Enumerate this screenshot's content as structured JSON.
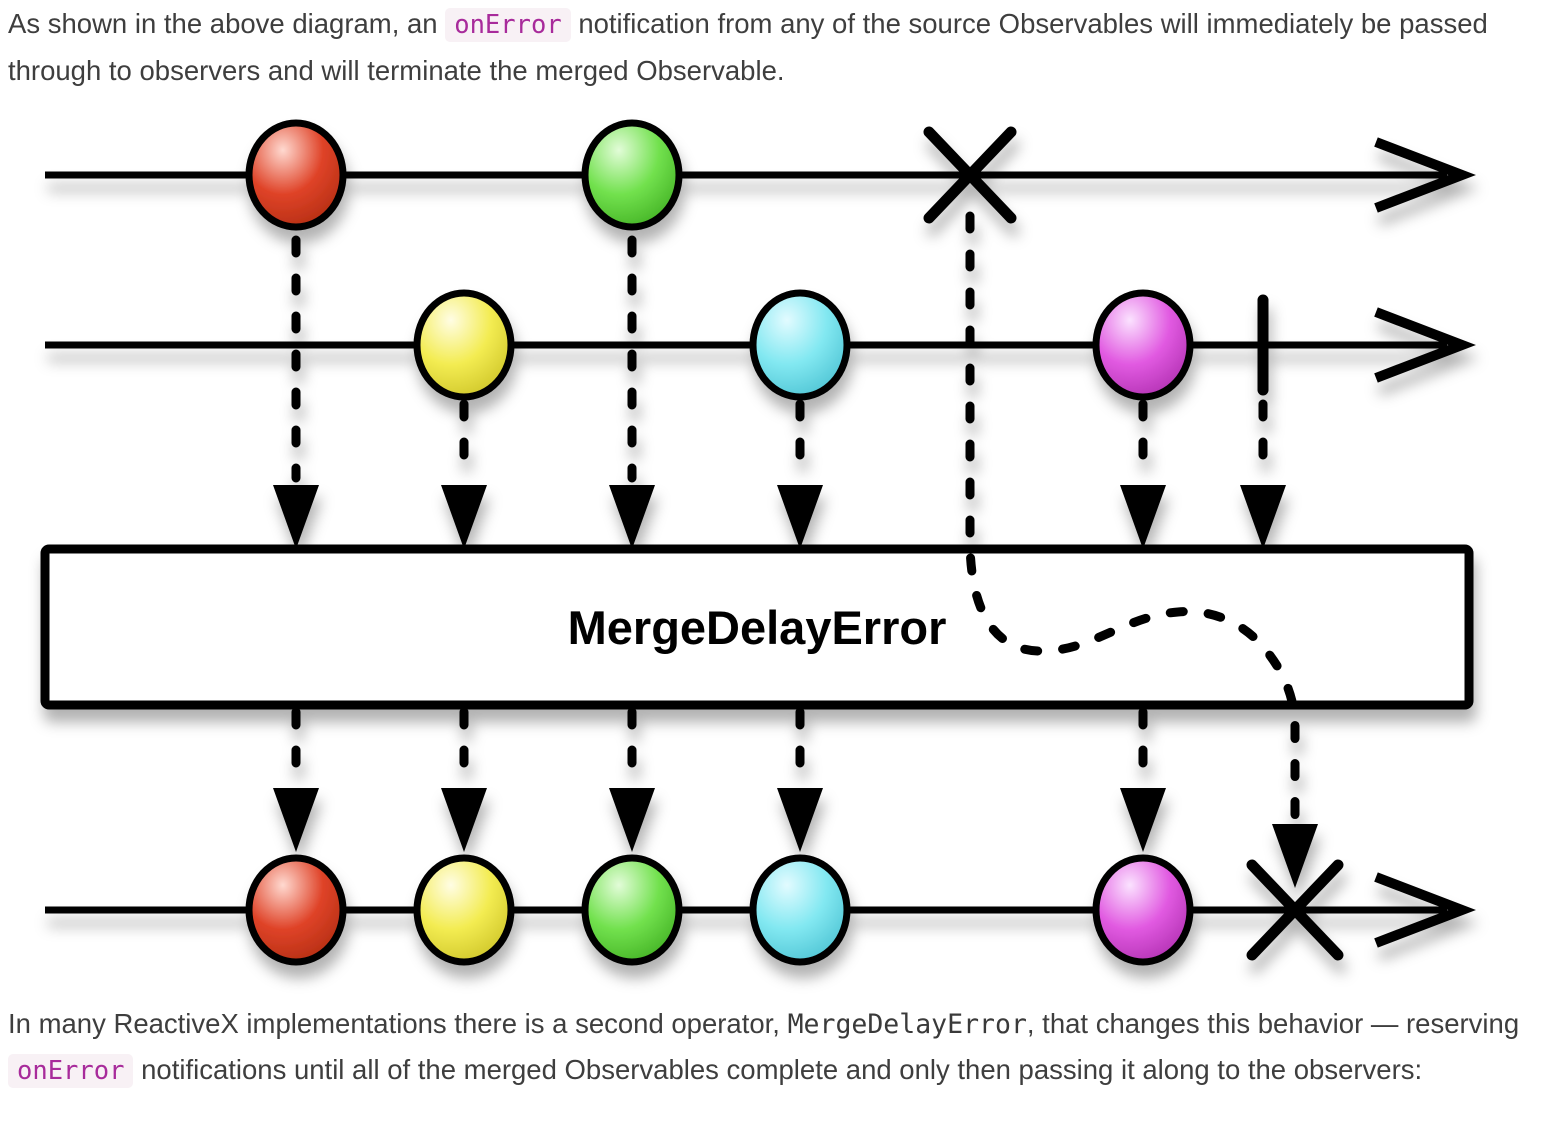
{
  "page": {
    "background": "#ffffff",
    "text_color": "#3e3e3e",
    "inline_code_color": "#a82b9b",
    "inline_code_background": "#f8f1f5"
  },
  "intro_paragraph": {
    "text_before_code": "As shown in the above diagram, an ",
    "code": "onError",
    "text_after_code": " notification from any of the source Observables will immediately be passed through to observers and will terminate the merged Observable."
  },
  "outro_paragraph": {
    "text_1": "In many ReactiveX implementations there is a second operator, ",
    "operator_code": "MergeDelayError",
    "text_2": ", that changes this behavior — reserving ",
    "code": "onError",
    "text_3": " notifications until all of the merged Observables complete and only then passing it along to the observers:"
  },
  "diagram": {
    "operator_label": "MergeDelayError",
    "line_color": "#000000",
    "marble_colors": {
      "red": {
        "light": "#ffd9d0",
        "base": "#df4328",
        "dark": "#b22d12"
      },
      "yellow": {
        "light": "#fffde4",
        "base": "#f3ec52",
        "dark": "#cdc427"
      },
      "green": {
        "light": "#e2fcd8",
        "base": "#72e14e",
        "dark": "#41b022"
      },
      "cyan": {
        "light": "#e2fbff",
        "base": "#82e8f1",
        "dark": "#4cc2d2"
      },
      "magenta": {
        "light": "#fbe2ff",
        "base": "#e15ae1",
        "dark": "#b02fb0"
      }
    },
    "source_timeline_1": {
      "marbles": [
        "red",
        "green"
      ],
      "terminal": "error"
    },
    "source_timeline_2": {
      "marbles": [
        "yellow",
        "cyan",
        "magenta"
      ],
      "terminal": "complete"
    },
    "output_timeline": {
      "marbles": [
        "red",
        "yellow",
        "green",
        "cyan",
        "magenta"
      ],
      "terminal": "error"
    }
  }
}
